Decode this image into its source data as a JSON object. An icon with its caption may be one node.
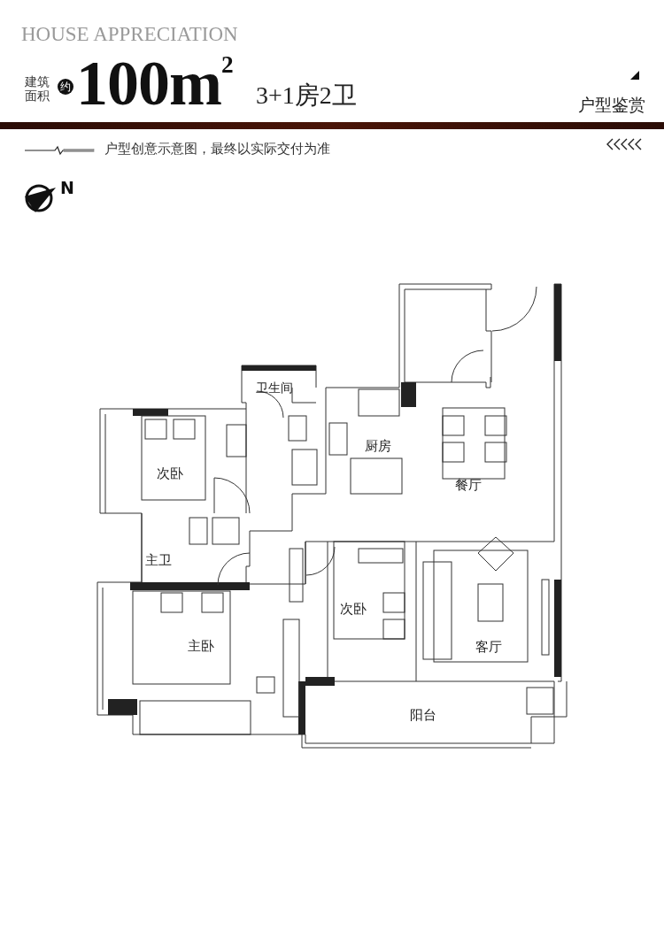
{
  "diagram": {
    "labels": [
      "HOUSE APPRECIATION",
      "建筑面积",
      "约",
      "100m$^{2}$",
      "3+1房2卫",
      "户型鉴赏",
      "户型创意示意图，最终以实际交付为准",
      "N",
      "卫生间",
      "次卧",
      "厨房",
      "餐厅",
      "主卫",
      "次卧",
      "主卧",
      "客厅",
      "阳台"
    ]
  }
}
